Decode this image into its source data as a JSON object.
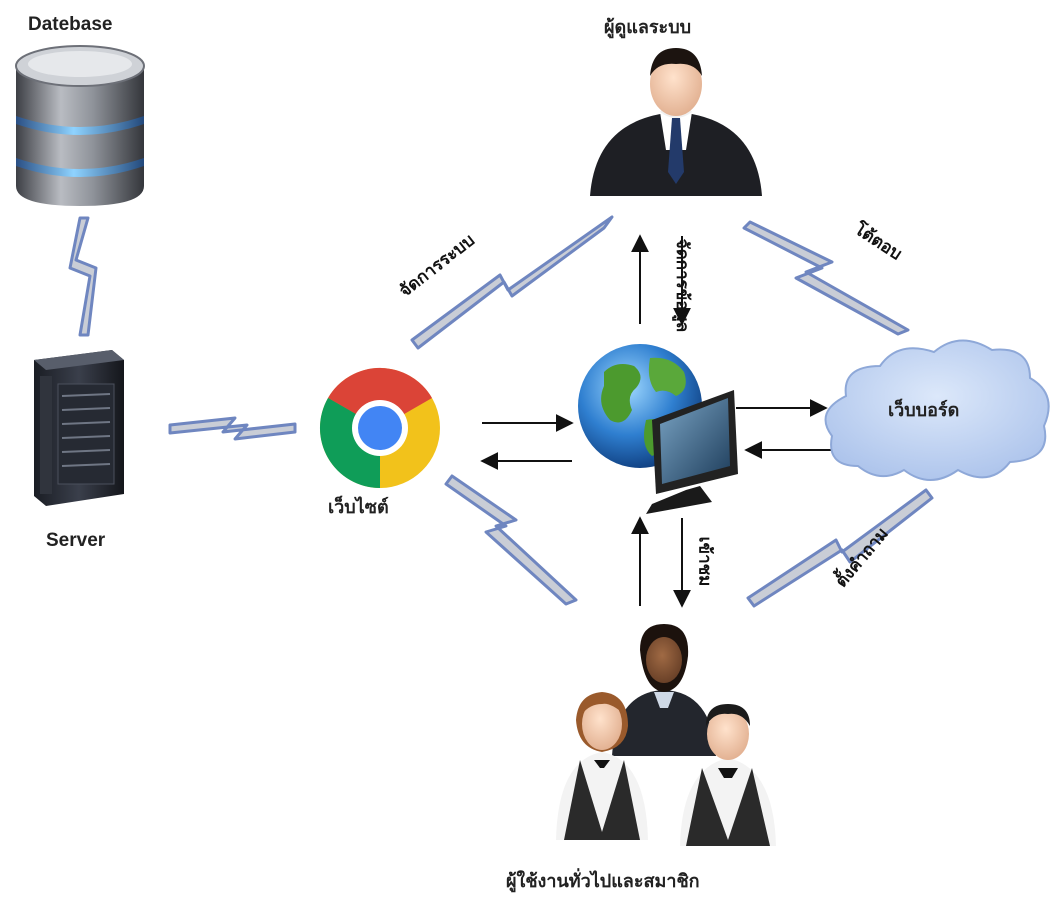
{
  "nodes": {
    "database": {
      "label": "Datebase"
    },
    "server": {
      "label": "Server"
    },
    "website": {
      "label": "เว็บไซต์"
    },
    "admin": {
      "label": "ผู้ดูแลระบบ"
    },
    "webboard": {
      "label": "เว็บบอร์ด"
    },
    "users": {
      "label": "ผู้ใช้งานทั่วไปและสมาชิก"
    }
  },
  "connections": {
    "admin_to_website": "จัดการระบบ",
    "admin_to_center": "จัดการข้อมูล",
    "webboard_to_admin": "โต้ตอบ",
    "users_to_center": "เข้าชม",
    "users_to_webboard": "ตั้งคำถาม"
  },
  "colors": {
    "bolt_fill": "#c9cdd6",
    "bolt_stroke": "#6f86c0",
    "cloud_fill": "#b9cdee",
    "cloud_stroke": "#8ea8d8"
  },
  "icons": {
    "database": "database-cylinder-icon",
    "server": "server-rack-icon",
    "website": "chrome-browser-icon",
    "admin": "businessman-icon",
    "center": "globe-monitor-icon",
    "webboard": "cloud-icon",
    "users": "user-group-icon"
  }
}
